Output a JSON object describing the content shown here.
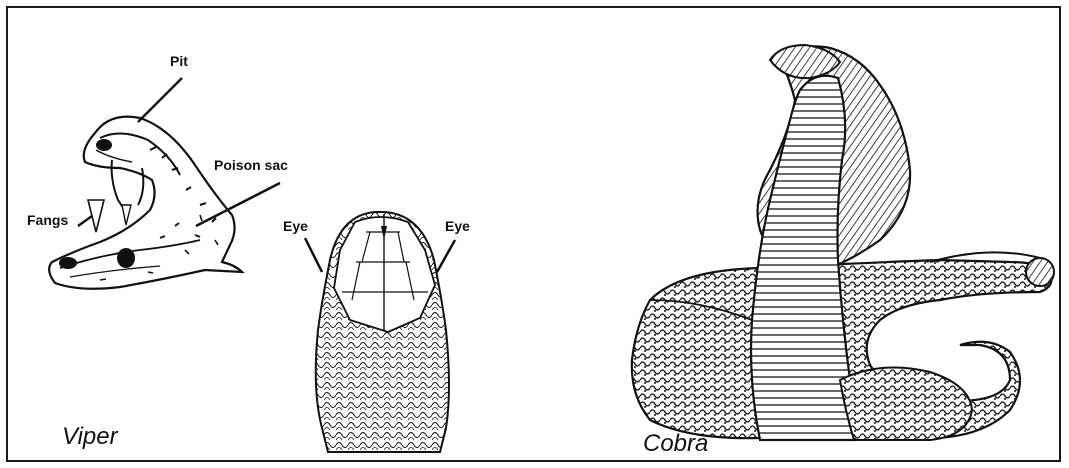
{
  "labels": {
    "pit": "Pit",
    "poison_sac": "Poison sac",
    "fangs": "Fangs",
    "eye_left": "Eye",
    "eye_right": "Eye"
  },
  "captions": {
    "viper": "Viper",
    "cobra": "Cobra"
  },
  "colors": {
    "ink": "#111111",
    "paper": "#ffffff"
  }
}
